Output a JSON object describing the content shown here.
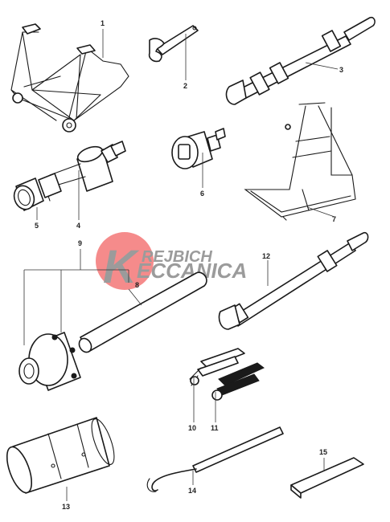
{
  "watermark": {
    "line1": "REJBICH",
    "line2": "ECCANICA",
    "initial": "K",
    "circle_color": "#f04a4a"
  },
  "callouts": [
    "1",
    "2",
    "3",
    "4",
    "5",
    "6",
    "7",
    "8",
    "9",
    "10",
    "11",
    "12",
    "13",
    "14",
    "15"
  ]
}
